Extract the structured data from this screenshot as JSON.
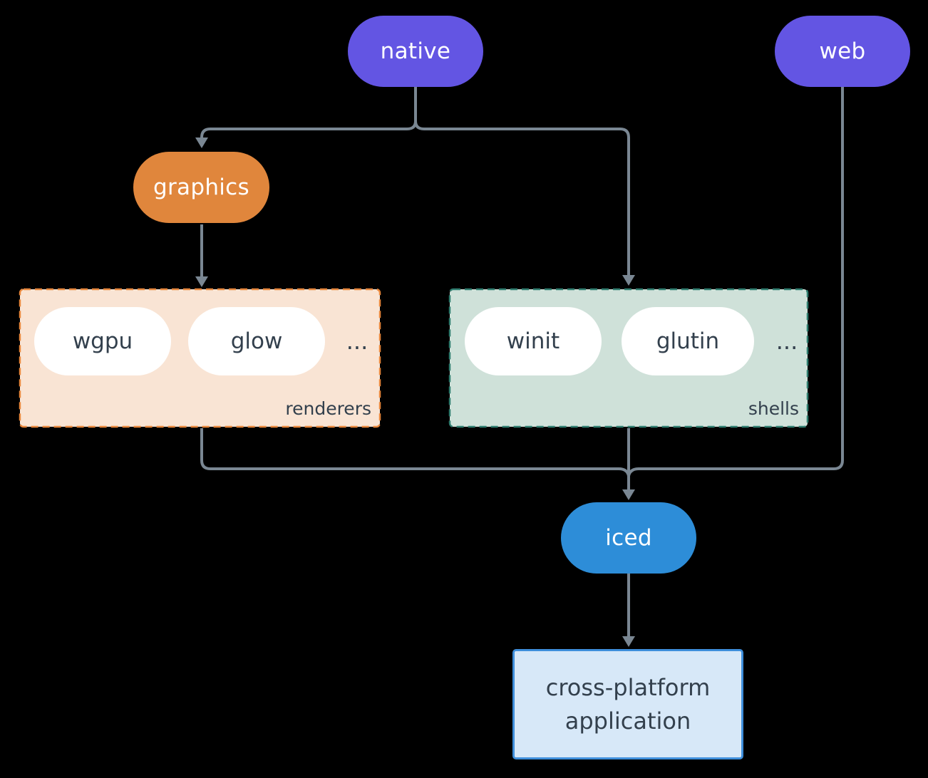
{
  "colors": {
    "background": "#000000",
    "purple": "#6355e3",
    "orange": "#e0863c",
    "blue": "#2d8dd8",
    "renderers_bg": "#f9e4d4",
    "renderers_border": "#e8873c",
    "shells_bg": "#cfe1d9",
    "shells_border": "#2f7d6f",
    "app_bg": "#d7e8f8",
    "app_border": "#3e8edb",
    "chip_bg": "#ffffff",
    "pill_text": "#ffffff",
    "dark_text": "#33404d",
    "connector": "#7a8793"
  },
  "nodes": {
    "native": {
      "label": "native"
    },
    "web": {
      "label": "web"
    },
    "graphics": {
      "label": "graphics"
    },
    "iced": {
      "label": "iced"
    },
    "application": {
      "lines": [
        "cross-platform",
        "application"
      ]
    }
  },
  "groups": {
    "renderers": {
      "label": "renderers",
      "ellipsis": "...",
      "items": [
        {
          "label": "wgpu"
        },
        {
          "label": "glow"
        }
      ]
    },
    "shells": {
      "label": "shells",
      "ellipsis": "...",
      "items": [
        {
          "label": "winit"
        },
        {
          "label": "glutin"
        }
      ]
    }
  }
}
